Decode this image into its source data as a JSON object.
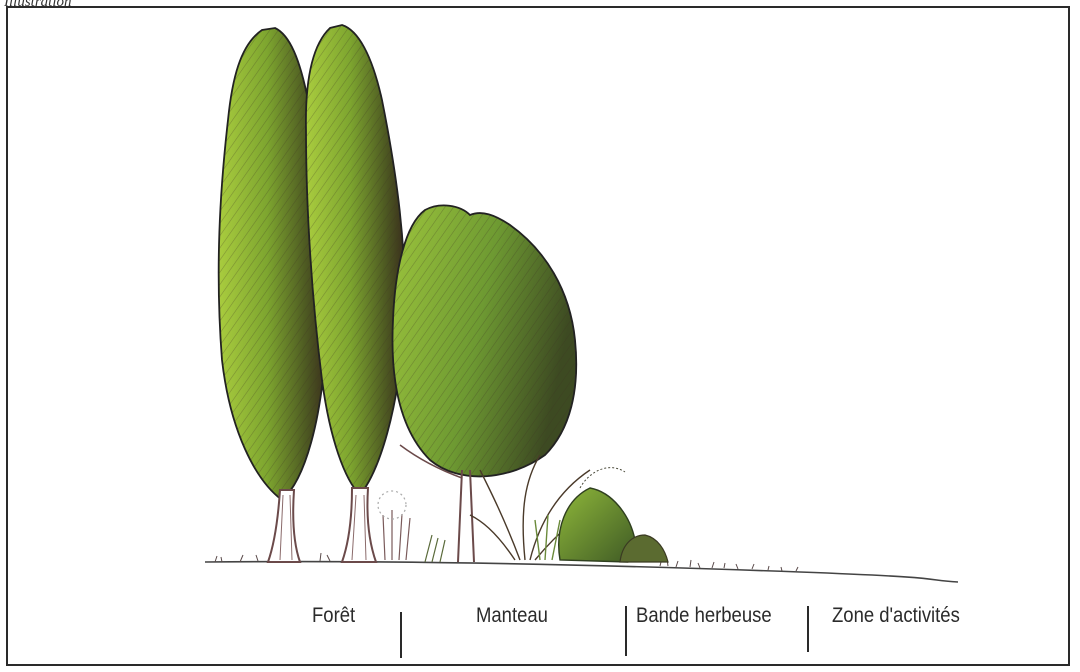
{
  "caption": "Illustration",
  "zones": {
    "foret": "Forêt",
    "manteau": "Manteau",
    "bande": "Bande herbeuse",
    "activites": "Zone d'activités"
  },
  "colors": {
    "foliage_light": "#9cc23a",
    "foliage_mid": "#6f9a2c",
    "foliage_dark": "#3b3a1c",
    "trunk": "#6b4a4a",
    "ground": "#444444"
  }
}
